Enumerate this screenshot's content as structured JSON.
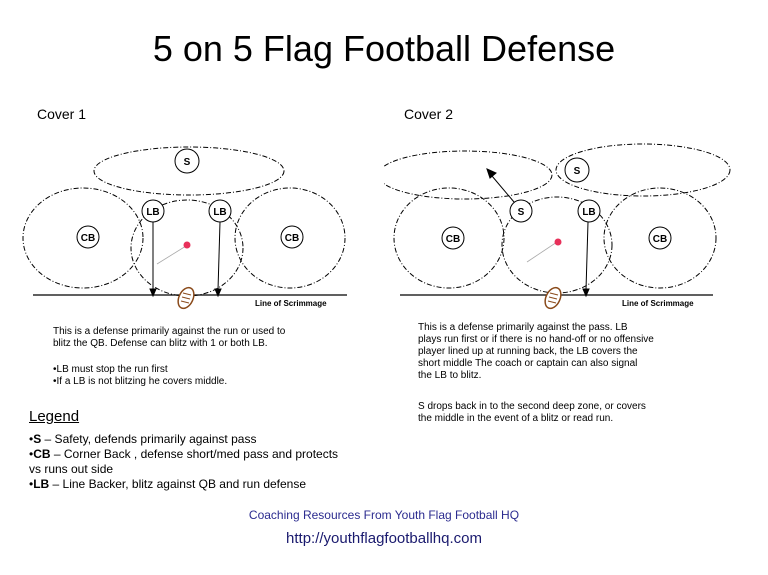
{
  "title": "5 on 5 Flag Football Defense",
  "cover1": {
    "label": "Cover 1",
    "players": {
      "safety": "S",
      "lb_left": "LB",
      "lb_right": "LB",
      "cb_left": "CB",
      "cb_right": "CB"
    },
    "line_label": "Line of Scrimmage",
    "description": "This is a defense primarily against the run or used to\nblitz the QB.   Defense can blitz with 1 or both LB.",
    "notes": [
      "•LB must stop the run first",
      "•If a LB is not blitzing he covers middle."
    ]
  },
  "cover2": {
    "label": "Cover 2",
    "players": {
      "safety": "S",
      "safety_mid": "S",
      "lb": "LB",
      "cb_left": "CB",
      "cb_right": "CB"
    },
    "line_label": "Line of Scrimmage",
    "description": "This is a defense primarily against the pass.  LB\nplays run first or if there is no hand-off or no offensive\nplayer lined up at running back, the LB covers the\nshort middle    The coach or captain can also signal\nthe LB to blitz.",
    "note": "S drops back in to the second deep zone, or covers\nthe middle in the event of a blitz or read run."
  },
  "legend": {
    "title": "Legend",
    "items": [
      {
        "bullet": "•",
        "term": "S",
        "text": " – Safety, defends primarily against pass"
      },
      {
        "bullet": "•",
        "term": "CB",
        "text": " – Corner Back , defense short/med pass and protects vs runs out side"
      },
      {
        "bullet": "•",
        "term": "LB",
        "text": " – Line Backer, blitz against QB and run defense"
      }
    ]
  },
  "footer": {
    "credit": "Coaching Resources From Youth Flag Football HQ",
    "url": "http://youthflagfootballhq.com"
  },
  "colors": {
    "ball_dot": "#e8305a",
    "football": "#8a4a1a",
    "footer_credit": "#2b2b8f",
    "footer_url": "#1a1a6e"
  }
}
